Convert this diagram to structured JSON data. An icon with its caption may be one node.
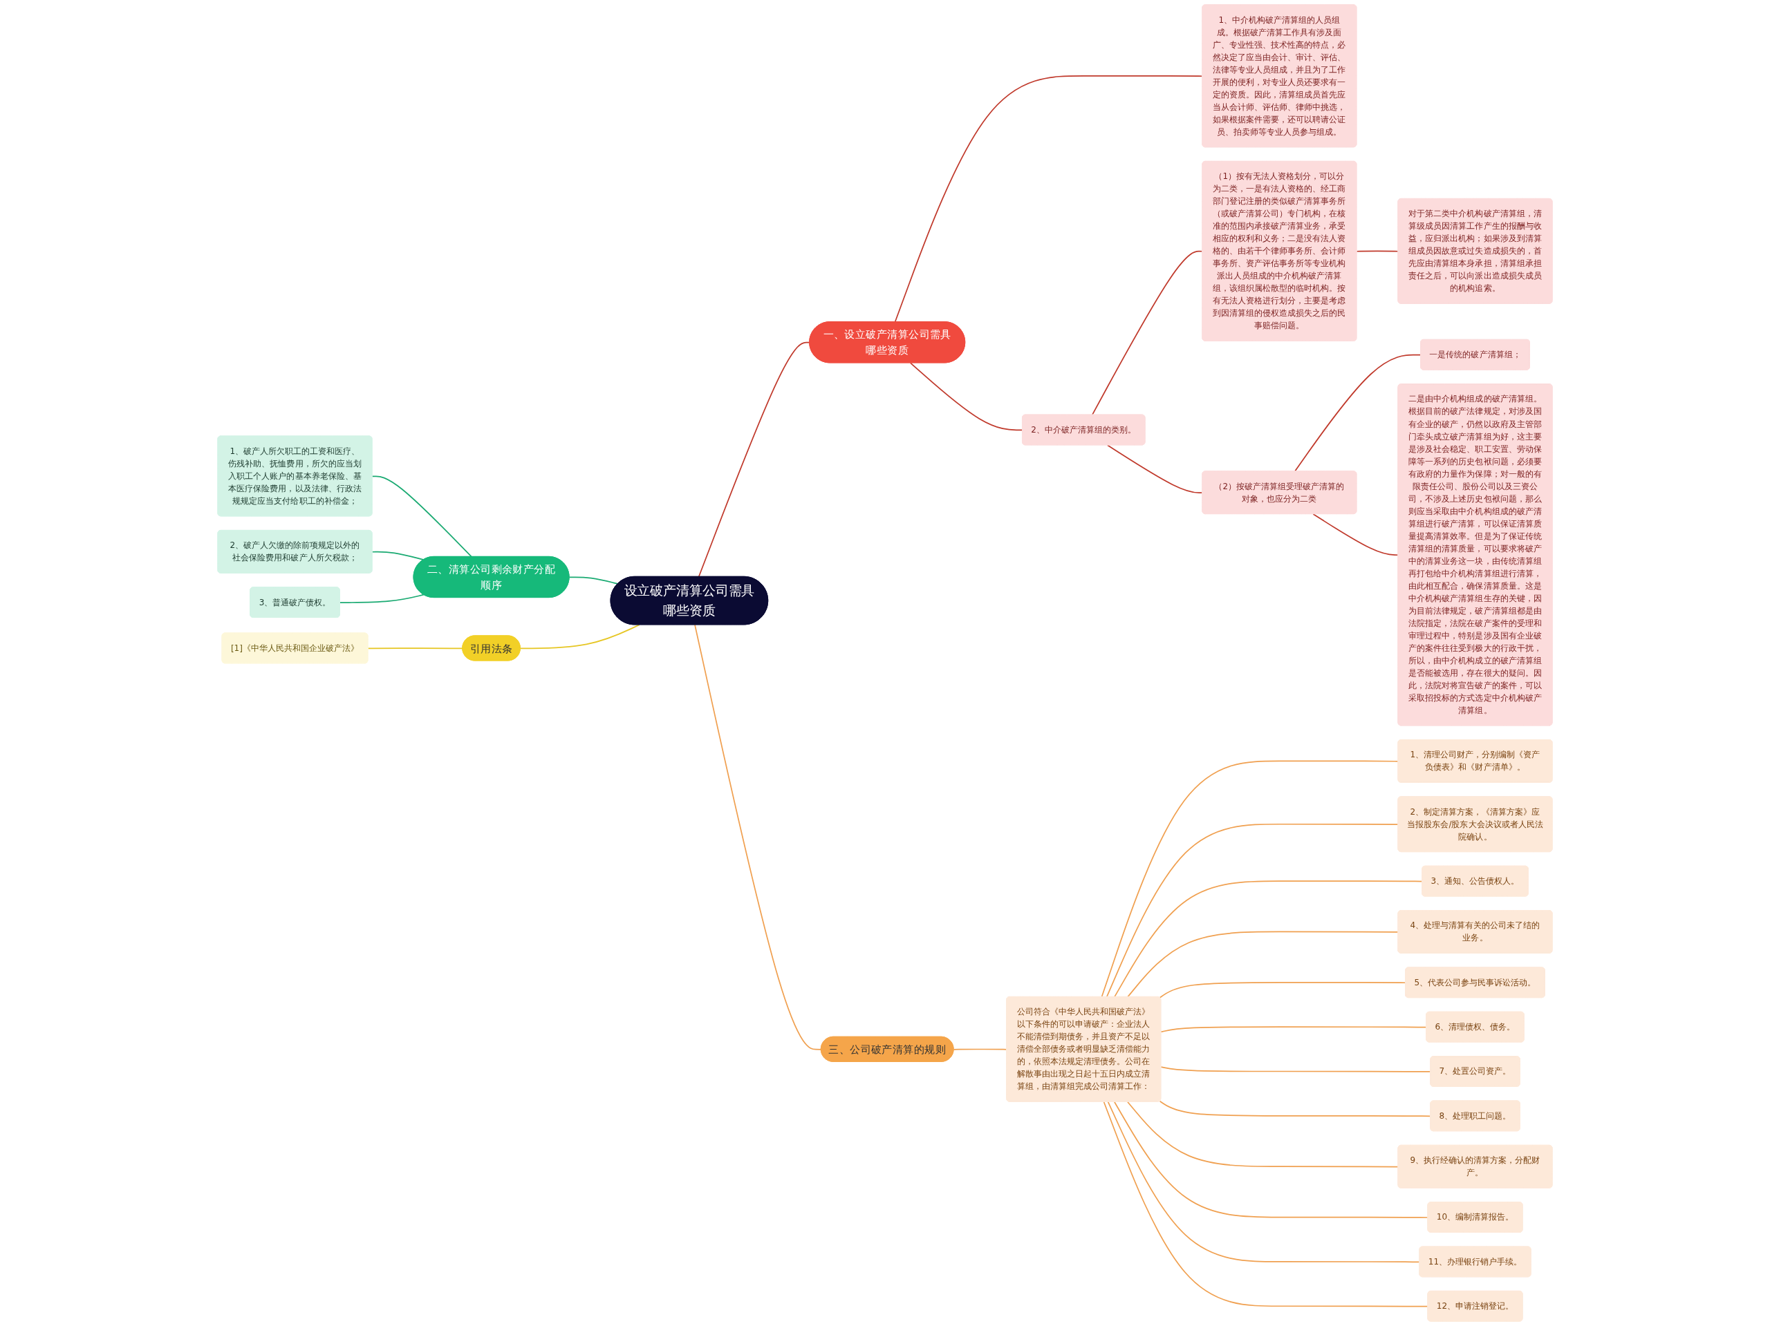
{
  "diagram": {
    "nodes": [
      {
        "text": [
          "设立破产清算公司需具哪些资质"
        ]
      },
      {
        "text": [
          "一、设立破产清算公司需具哪些资质"
        ]
      },
      {
        "text": [
          "1、中介机构破产清算组的人员组成。根据破产清算工作具有涉及面广、专业性强、技术性高的特点，必然决定了应当由会计、审计、评估、法律等专业人员组成，并且为了工作开展的便利，对专业人员还要求有一定的资质。因此，清算组成员首先应当从会计师、评估师、律师中挑选，如果根据案件需要，还可以聘请公证员、拍卖师等专业人员参与组成。"
        ]
      },
      {
        "text": [
          "2、中介破产清算组的类别。"
        ]
      },
      {
        "text": [
          "（1）按有无法人资格划分，可以分为二类，一是有法人资格的、经工商部门登记注册的类似破产清算事务所（或破产清算公司）专门机构，在核准的范围内承接破产清算业务，承受相应的权利和义务；二是没有法人资格的、由若干个律师事务所、会计师事务所、资产评估事务所等专业机构派出人员组成的中介机构破产清算组，该组织属松散型的临时机构。按有无法人资格进行划分，主要是考虑到因清算组的侵权造成损失之后的民事赔偿问题。"
        ]
      },
      {
        "text": [
          "对于第二类中介机构破产清算组，清算级成员因清算工作产生的报酬与收益，应归派出机构；如果涉及到清算组成员因故意或过失造成损失的，首先应由清算组本身承担，清算组承担责任之后，可以向派出造成损失成员的机构追索。"
        ]
      },
      {
        "text": [
          "（2）按破产清算组受理破产清算的对象，也应分为二类"
        ]
      },
      {
        "text": [
          "一是传统的破产清算组；"
        ]
      },
      {
        "text": [
          "二是由中介机构组成的破产清算组。根据目前的破产法律规定，对涉及国有企业的破产，仍然以政府及主管部门牵头成立破产清算组为好，这主要是涉及社会稳定、职工安置、劳动保障等一系列的历史包袱问题，必须要有政府的力量作为保障；对一般的有限责任公司、股份公司以及三资公司，不涉及上述历史包袱问题，那么则应当采取由中介机构组成的破产清算组进行破产清算，可以保证清算质量提高清算效率。但是为了保证传统清算组的清算质量，可以要求将破产中的清算业务这一块，由传统清算组再打包给中介机构清算组进行清算，由此相互配合，确保清算质量。这是中介机构破产清算组生存的关键，因为目前法律规定，破产清算组都是由法院指定，法院在破产案件的受理和审理过程中，特别是涉及国有企业破产的案件往往受到极大的行政干扰，所以，由中介机构成立的破产清算组是否能被选用，存在很大的疑问。因此，法院对将宣告破产的案件，可以采取招投标的方式选定中介机构破产清算组。"
        ]
      },
      {
        "text": [
          "二、清算公司剩余财产分配顺序"
        ]
      },
      {
        "text": [
          "1、破产人所欠职工的工资和医疗、伤残补助、抚恤费用，所欠的应当划入职工个人账户的基本养老保险、基本医疗保险费用，以及法律、行政法规规定应当支付给职工的补偿金；"
        ]
      },
      {
        "text": [
          "2、破产人欠缴的除前项规定以外的社会保险费用和破产人所欠税款；"
        ]
      },
      {
        "text": [
          "3、普通破产债权。"
        ]
      },
      {
        "text": [
          "引用法条"
        ]
      },
      {
        "text": [
          "[1]《中华人民共和国企业破产法》"
        ]
      },
      {
        "text": [
          "三、公司破产清算的规则"
        ]
      },
      {
        "text": [
          "公司符合《中华人民共和国破产法》以下条件的可以申请破产：企业法人不能清偿到期债务，并且资产不足以清偿全部债务或者明显缺乏清偿能力的，依照本法规定清理债务。公司在解散事由出现之日起十五日内成立清算组，由清算组完成公司清算工作："
        ]
      },
      {
        "text": [
          "1、清理公司财产，分别编制《资产负债表》和《财产清单》。"
        ]
      },
      {
        "text": [
          "2、制定清算方案，《清算方案》应当报股东会/股东大会决议或者人民法院确认。"
        ]
      },
      {
        "text": [
          "3、通知、公告债权人。"
        ]
      },
      {
        "text": [
          "4、处理与清算有关的公司未了结的业务。"
        ]
      },
      {
        "text": [
          "5、代表公司参与民事诉讼活动。"
        ]
      },
      {
        "text": [
          "6、清理债权、债务。"
        ]
      },
      {
        "text": [
          "7、处置公司资产。"
        ]
      },
      {
        "text": [
          "8、处理职工问题。"
        ]
      },
      {
        "text": [
          "9、执行经确认的清算方案，分配财产。"
        ]
      },
      {
        "text": [
          "10、编制清算报告。"
        ]
      },
      {
        "text": [
          "11、办理银行销户手续。"
        ]
      },
      {
        "text": [
          "12、申请注销登记。"
        ]
      }
    ],
    "edges": [
      {
        "from": 0,
        "to": 1,
        "arrow": "none",
        "color": "#c0392b"
      },
      {
        "from": 1,
        "to": 2,
        "arrow": "none",
        "color": "#c0392b"
      },
      {
        "from": 1,
        "to": 3,
        "arrow": "none",
        "color": "#c0392b"
      },
      {
        "from": 3,
        "to": 4,
        "arrow": "none",
        "color": "#c0392b"
      },
      {
        "from": 4,
        "to": 5,
        "arrow": "none",
        "color": "#c0392b"
      },
      {
        "from": 3,
        "to": 6,
        "arrow": "none",
        "color": "#c0392b"
      },
      {
        "from": 6,
        "to": 7,
        "arrow": "none",
        "color": "#c0392b"
      },
      {
        "from": 6,
        "to": 8,
        "arrow": "none",
        "color": "#c0392b"
      },
      {
        "from": 9,
        "to": 0,
        "arrow": "none",
        "color": "#1aaa72"
      },
      {
        "from": 10,
        "to": 9,
        "arrow": "none",
        "color": "#1aaa72"
      },
      {
        "from": 11,
        "to": 9,
        "arrow": "none",
        "color": "#1aaa72"
      },
      {
        "from": 12,
        "to": 9,
        "arrow": "none",
        "color": "#1aaa72"
      },
      {
        "from": 13,
        "to": 0,
        "arrow": "none",
        "color": "#e6c623"
      },
      {
        "from": 14,
        "to": 13,
        "arrow": "none",
        "color": "#e6c623"
      },
      {
        "from": 0,
        "to": 15,
        "arrow": "none"
      },
      {
        "from": 15,
        "to": 16,
        "arrow": "none"
      },
      {
        "from": 16,
        "to": 17,
        "arrow": "none"
      },
      {
        "from": 16,
        "to": 18,
        "arrow": "none"
      },
      {
        "from": 16,
        "to": 19,
        "arrow": "none"
      },
      {
        "from": 16,
        "to": 20,
        "arrow": "none"
      },
      {
        "from": 16,
        "to": 21,
        "arrow": "none"
      },
      {
        "from": 16,
        "to": 22,
        "arrow": "none"
      },
      {
        "from": 16,
        "to": 23,
        "arrow": "none"
      },
      {
        "from": 16,
        "to": 24,
        "arrow": "none"
      },
      {
        "from": 16,
        "to": 25,
        "arrow": "none"
      },
      {
        "from": 16,
        "to": 26,
        "arrow": "none"
      },
      {
        "from": 16,
        "to": 27,
        "arrow": "none"
      },
      {
        "from": 16,
        "to": 28,
        "arrow": "none"
      }
    ]
  }
}
